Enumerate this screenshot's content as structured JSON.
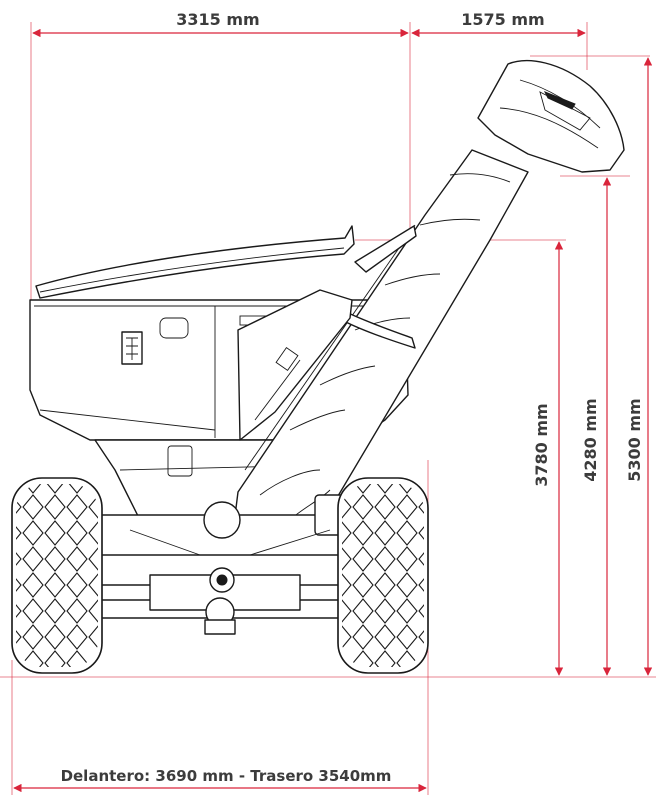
{
  "dimensions": {
    "top_left_width": "3315 mm",
    "top_right_width": "1575 mm",
    "height_spout_tube": "3780 mm",
    "height_spout_tip": "4280 mm",
    "height_total": "5300 mm",
    "track_width": "Delantero: 3690 mm - Trasero 3540mm"
  },
  "colors": {
    "dimension_line": "#d9253b",
    "drawing_line": "#1a1a1a",
    "label_text": "#3c3c3c"
  }
}
